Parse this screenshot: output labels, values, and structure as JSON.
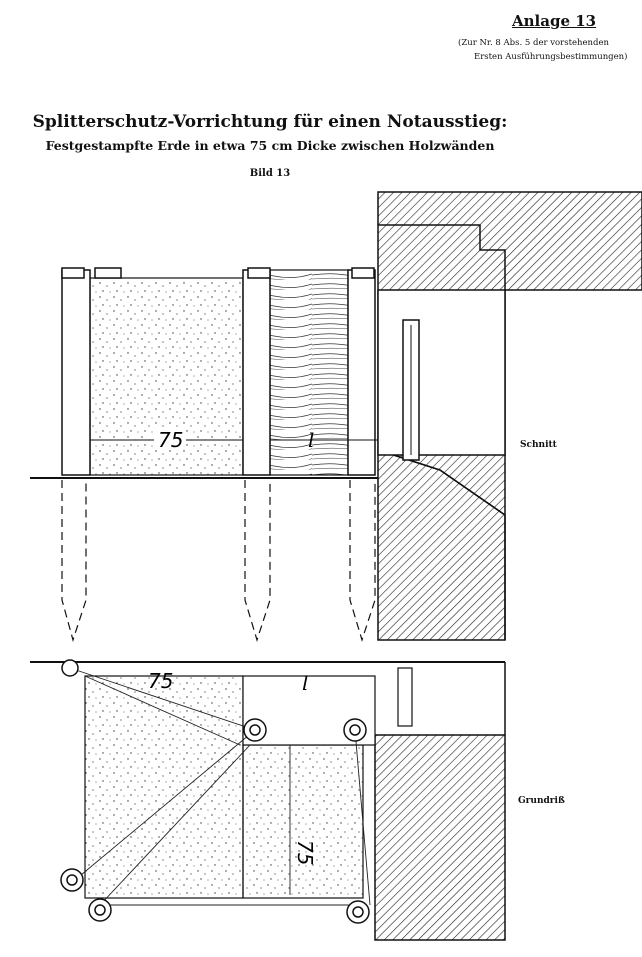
{
  "header": {
    "annex": "Anlage 13",
    "reference_line1": "(Zur Nr. 8 Abs. 5 der vorstehenden",
    "reference_line2": "Ersten Ausführungsbestimmungen)"
  },
  "title": "Splitterschutz-Vorrichtung für einen Notausstieg:",
  "subtitle": "Festgestampfte Erde in etwa 75 cm Dicke zwischen Holzwänden",
  "figure_label": "Bild 13",
  "views": {
    "section_label": "Schnitt",
    "plan_label": "Grundriß"
  },
  "dimensions": {
    "thickness": "75",
    "length": "l"
  }
}
